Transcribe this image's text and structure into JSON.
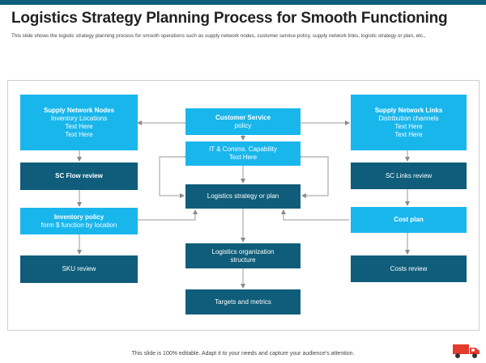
{
  "title": "Logistics Strategy Planning Process for Smooth Functioning",
  "subtitle": "This slide shows the logistic strategy planning process for smooth operations such as supply network nodes, customer service policy, supply network links, logistic strategy or plan, etc.,",
  "footer": "This slide is 100% editable. Adapt it to your needs and capture your audience's attention.",
  "nodes": {
    "supply_nodes": {
      "title": "Supply Network Nodes",
      "lines": [
        "Inventory Locations",
        "Text Here",
        "Text Here"
      ]
    },
    "customer_service": {
      "title": "Customer Service",
      "lines": [
        "policy"
      ]
    },
    "supply_links": {
      "title": "Supply Network Links",
      "lines": [
        "Distribution channels",
        "Text Here",
        "Text Here"
      ]
    },
    "it_comms": {
      "lines": [
        "IT & Comms. Capability",
        "Text Here"
      ]
    },
    "sc_flow": {
      "title": "SC Flow review"
    },
    "sc_links": {
      "title": "SC Links review"
    },
    "logistics_plan": {
      "title": "Logistics strategy or plan"
    },
    "inventory_policy": {
      "title": "Inventory policy",
      "lines": [
        "form $ function by location"
      ]
    },
    "cost_plan": {
      "title": "Cost plan"
    },
    "sku_review": {
      "title": "SKU review"
    },
    "logistics_org": {
      "lines": [
        "Logistics organization",
        "structure"
      ]
    },
    "costs_review": {
      "title": "Costs review"
    },
    "targets": {
      "title": "Targets and metrics"
    }
  },
  "colors": {
    "cyan": "#19b6ec",
    "navy": "#0f5d7a",
    "arrow": "#9a9a9a",
    "truck": "#e53a2e"
  }
}
